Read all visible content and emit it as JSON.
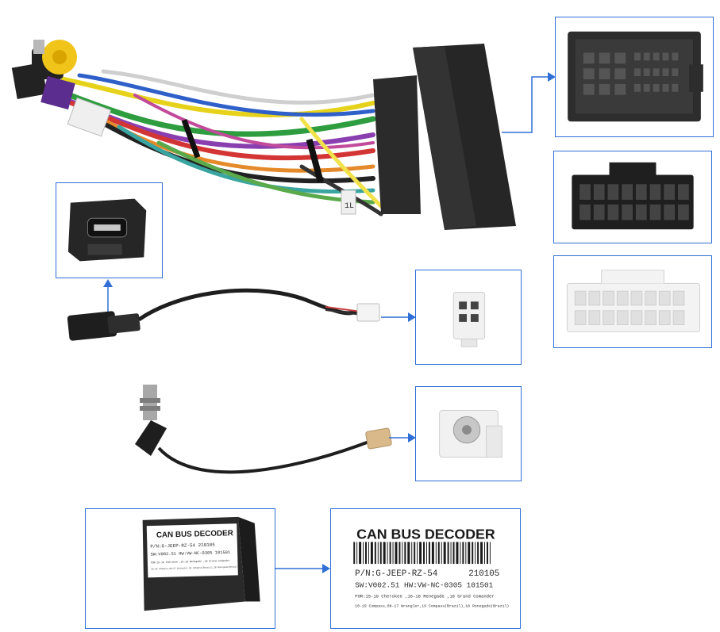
{
  "colors": {
    "frame_border": "#2f6fd6",
    "arrow": "#2f6fd6",
    "connector_black": "#2b2b2b",
    "connector_white": "#f1f1f1",
    "label_bg": "#ffffff"
  },
  "decoder_small": {
    "title": "CAN BUS DECODER",
    "pn": "P/N:G-JEEP-RZ-54    210105",
    "sw_hw": "SW:V002.51 HW:VW-NC-0305 101501",
    "line3": "FOR:15-19 Cherokee ,16-18 Renegade ,18 Grand Comander",
    "line4": "10-19 Compass,08-17 Wrangler,19 Compass(Brazil),18 Renegade(Brazil)"
  },
  "decoder_label": {
    "title": "CAN BUS DECODER",
    "pn": "P/N:G-JEEP-RZ-54",
    "date": "210105",
    "sw_hw": "SW:V002.51 HW:VW-NC-0305 101501",
    "line3": "FOR:15-19 Cherokee ,16-18 Renegade ,18 Grand Comander",
    "line4": "10-19 Compass,08-17 Wrangler,19 Compass(Brazil),18 Renegade(Brazil)"
  },
  "harness_tag": "1L"
}
